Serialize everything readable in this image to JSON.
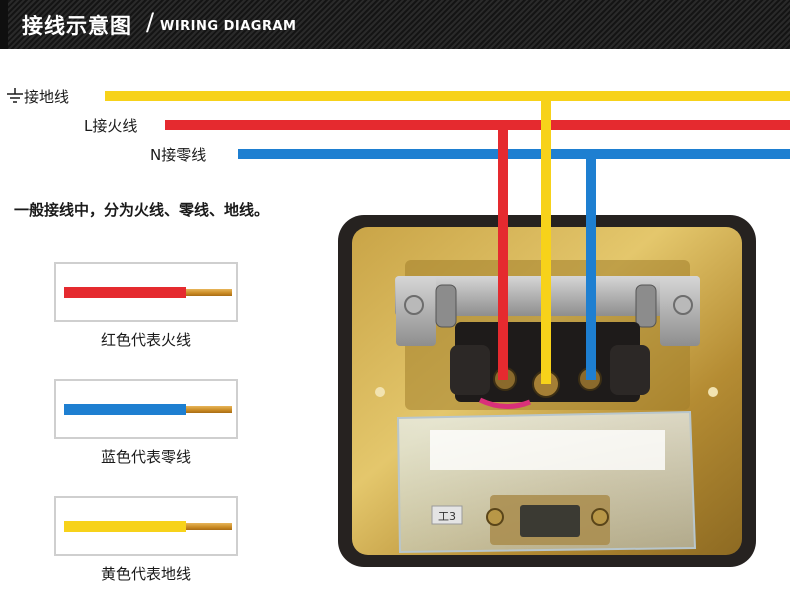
{
  "header": {
    "title_cn": "接线示意图",
    "separator": "/",
    "title_en": "WIRING DIAGRAM"
  },
  "wires": {
    "ground": {
      "label": "接地线",
      "color": "#f7d21a"
    },
    "live": {
      "label": "L接火线",
      "color": "#e52a2f"
    },
    "neutral": {
      "label": "N接零线",
      "color": "#1e7fd1"
    }
  },
  "description": "一般接线中，分为火线、零线、地线。",
  "legend": [
    {
      "label": "红色代表火线",
      "color": "#e52a2f"
    },
    {
      "label": "蓝色代表零线",
      "color": "#1e7fd1"
    },
    {
      "label": "黄色代表地线",
      "color": "#f7d21a"
    }
  ],
  "socket": {
    "marking": "工3"
  }
}
